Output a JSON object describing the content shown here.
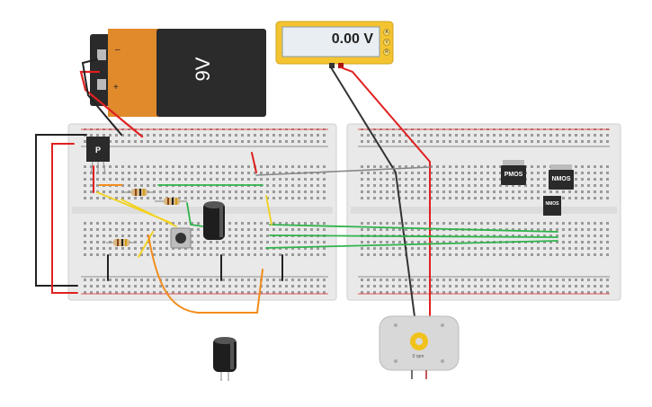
{
  "multimeter": {
    "reading": "0.00 V",
    "buttons": [
      "A",
      "V",
      "R"
    ]
  },
  "battery": {
    "label": "9V",
    "minus": "–",
    "plus": "+"
  },
  "components": {
    "pnp_label": "P",
    "pmos_label": "PMOS",
    "nmos_label": "NMOS",
    "nmos_small_label": "NMOS"
  },
  "motor": {
    "rpm_label": "0 rpm"
  },
  "colors": {
    "breadboard": "#e8e8e8",
    "wire_red": "#e02020",
    "wire_black": "#222222",
    "wire_green": "#2fb34a",
    "wire_orange": "#f28c1c",
    "wire_yellow": "#f2d21c",
    "battery_orange": "#e08a2c",
    "multimeter_yellow": "#f4c430",
    "lcd": "#e8eef2"
  }
}
